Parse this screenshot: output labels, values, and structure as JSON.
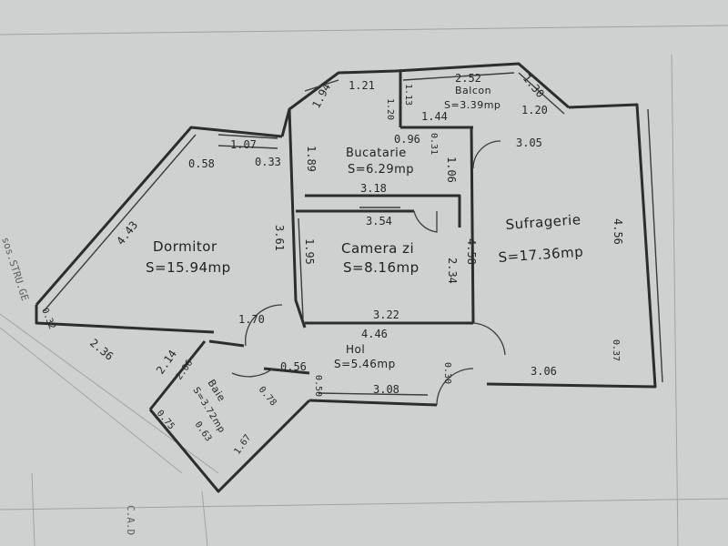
{
  "rooms": {
    "dormitor": {
      "name": "Dormitor",
      "area": "S=15.94mp"
    },
    "camera": {
      "name": "Camera zi",
      "area": "S=8.16mp"
    },
    "sufragerie": {
      "name": "Sufragerie",
      "area": "S=17.36mp"
    },
    "bucatarie": {
      "name": "Bucatarie",
      "area": "S=6.29mp"
    },
    "balcon": {
      "name": "Balcon",
      "area": "S=3.39mp"
    },
    "hol": {
      "name": "Hol",
      "area": "S=5.46mp"
    },
    "baie": {
      "name": "Baie",
      "area": "S=3.72mp"
    }
  },
  "dims": {
    "d_443": "4.43",
    "d_107": "1.07",
    "d_058": "0.58",
    "d_033": "0.33",
    "d_189": "1.89",
    "d_121": "1.21",
    "d_194": "1.94",
    "d_113": "1.13",
    "d_120a": "1.20",
    "d_144": "1.44",
    "d_252": "2.52",
    "d_130": "1.30",
    "d_120b": "1.20",
    "d_096": "0.96",
    "d_031": "0.31",
    "d_106": "1.06",
    "d_318": "3.18",
    "d_305": "3.05",
    "d_354": "3.54",
    "d_361": "3.61",
    "d_195": "1.95",
    "d_458": "4.58",
    "d_234": "2.34",
    "d_456": "4.56",
    "d_322": "3.22",
    "d_170": "1.70",
    "d_446": "4.46",
    "d_037": "0.37",
    "d_306": "3.06",
    "d_030": "0.30",
    "d_056": "0.56",
    "d_050": "0.50",
    "d_308": "3.08",
    "d_236": "2.36",
    "d_214": "2.14",
    "d_032": "0.32",
    "d_206": "2.06",
    "d_078": "0.78",
    "d_075": "0.75",
    "d_063": "0.63",
    "d_167": "1.67"
  },
  "edge_text": {
    "street": "sos.STRU.GE",
    "margin": "C.A.D"
  }
}
